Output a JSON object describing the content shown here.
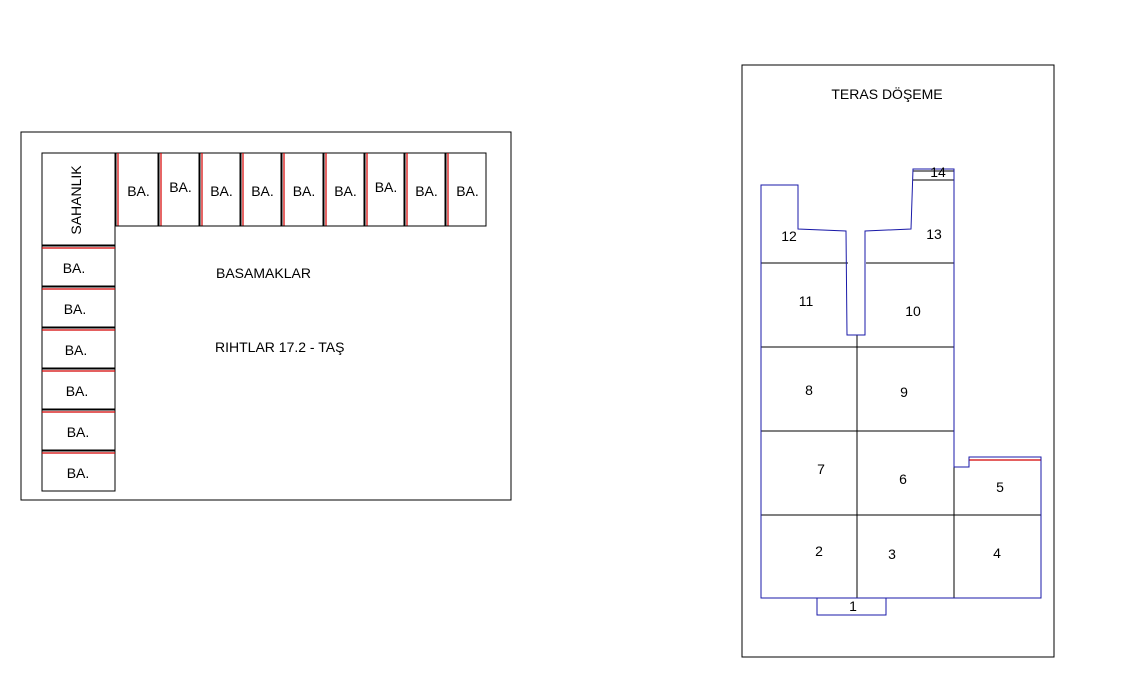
{
  "colors": {
    "line": "#000000",
    "accent_red": "#d40000",
    "outline_blue": "#1a1aa8",
    "background": "#ffffff"
  },
  "stairs": {
    "landing_label": "SAHANLIK",
    "title": "BASAMAKLAR",
    "subtitle": "RIHTLAR 17.2 - TAŞ",
    "top_steps": [
      "BA.",
      "BA.",
      "BA.",
      "BA.",
      "BA.",
      "BA.",
      "BA.",
      "BA.",
      "BA."
    ],
    "left_steps": [
      "BA.",
      "BA.",
      "BA.",
      "BA.",
      "BA.",
      "BA."
    ]
  },
  "terrace": {
    "title": "TERAS DÖŞEME",
    "panels": [
      "1",
      "2",
      "3",
      "4",
      "5",
      "6",
      "7",
      "8",
      "9",
      "10",
      "11",
      "12",
      "13",
      "14"
    ]
  }
}
